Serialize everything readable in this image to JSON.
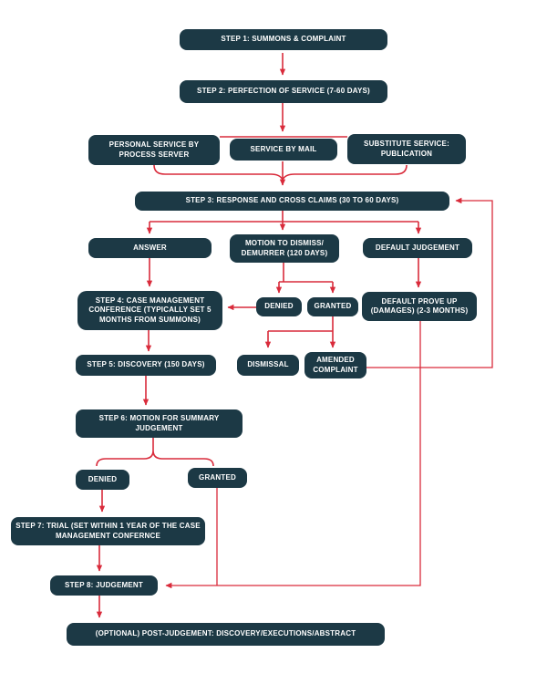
{
  "diagram": {
    "type": "flowchart",
    "subject": "civil-lawsuit-process-steps",
    "colors": {
      "background": "#ffffff",
      "node_fill": "#1c3945",
      "node_text": "#ffffff",
      "arrow": "#d92b3b"
    },
    "nodes": {
      "step1": "STEP 1: SUMMONS & COMPLAINT",
      "step2": "STEP 2: PERFECTION OF SERVICE (7-60 DAYS)",
      "personal_service": "PERSONAL SERVICE BY PROCESS SERVER",
      "service_by_mail": "SERVICE BY MAIL",
      "substitute_service": "SUBSTITUTE SERVICE: PUBLICATION",
      "step3": "STEP 3: RESPONSE AND CROSS CLAIMS (30 TO 60 DAYS)",
      "answer": "ANSWER",
      "motion_to_dismiss": "MOTION TO DISMISS/ DEMURRER (120 DAYS)",
      "default_judgement": "DEFAULT JUDGEMENT",
      "step4": "STEP 4: CASE MANAGEMENT CONFERENCE (TYPICALLY SET 5 MONTHS FROM SUMMONS)",
      "denied_motion": "DENIED",
      "granted_motion": "GRANTED",
      "default_prove_up": "DEFAULT PROVE UP (DAMAGES) (2-3 MONTHS)",
      "step5": "STEP 5: DISCOVERY (150 DAYS)",
      "dismissal": "DISMISSAL",
      "amended_complaint": "AMENDED COMPLAINT",
      "step6": "STEP 6: MOTION FOR SUMMARY JUDGEMENT",
      "denied_msj": "DENIED",
      "granted_msj": "GRANTED",
      "step7": "STEP 7: TRIAL (SET WITHIN 1 YEAR OF THE CASE MANAGEMENT CONFERNCE",
      "step8": "STEP 8: JUDGEMENT",
      "post_judgement": "(OPTIONAL) POST-JUDGEMENT: DISCOVERY/EXECUTIONS/ABSTRACT"
    },
    "edges": [
      {
        "from": "step1",
        "to": "step2"
      },
      {
        "from": "step2",
        "to": "personal_service"
      },
      {
        "from": "step2",
        "to": "service_by_mail"
      },
      {
        "from": "step2",
        "to": "substitute_service"
      },
      {
        "from": "personal_service",
        "to": "step3"
      },
      {
        "from": "service_by_mail",
        "to": "step3"
      },
      {
        "from": "substitute_service",
        "to": "step3"
      },
      {
        "from": "step3",
        "to": "answer"
      },
      {
        "from": "step3",
        "to": "motion_to_dismiss"
      },
      {
        "from": "step3",
        "to": "default_judgement"
      },
      {
        "from": "answer",
        "to": "step4"
      },
      {
        "from": "motion_to_dismiss",
        "to": "denied_motion"
      },
      {
        "from": "motion_to_dismiss",
        "to": "granted_motion"
      },
      {
        "from": "denied_motion",
        "to": "step4"
      },
      {
        "from": "granted_motion",
        "to": "dismissal"
      },
      {
        "from": "granted_motion",
        "to": "amended_complaint"
      },
      {
        "from": "amended_complaint",
        "to": "step3"
      },
      {
        "from": "default_judgement",
        "to": "default_prove_up"
      },
      {
        "from": "default_prove_up",
        "to": "step8"
      },
      {
        "from": "step4",
        "to": "step5"
      },
      {
        "from": "step5",
        "to": "step6"
      },
      {
        "from": "step6",
        "to": "denied_msj"
      },
      {
        "from": "step6",
        "to": "granted_msj"
      },
      {
        "from": "denied_msj",
        "to": "step7"
      },
      {
        "from": "granted_msj",
        "to": "step8"
      },
      {
        "from": "step7",
        "to": "step8"
      },
      {
        "from": "step8",
        "to": "post_judgement"
      }
    ]
  }
}
